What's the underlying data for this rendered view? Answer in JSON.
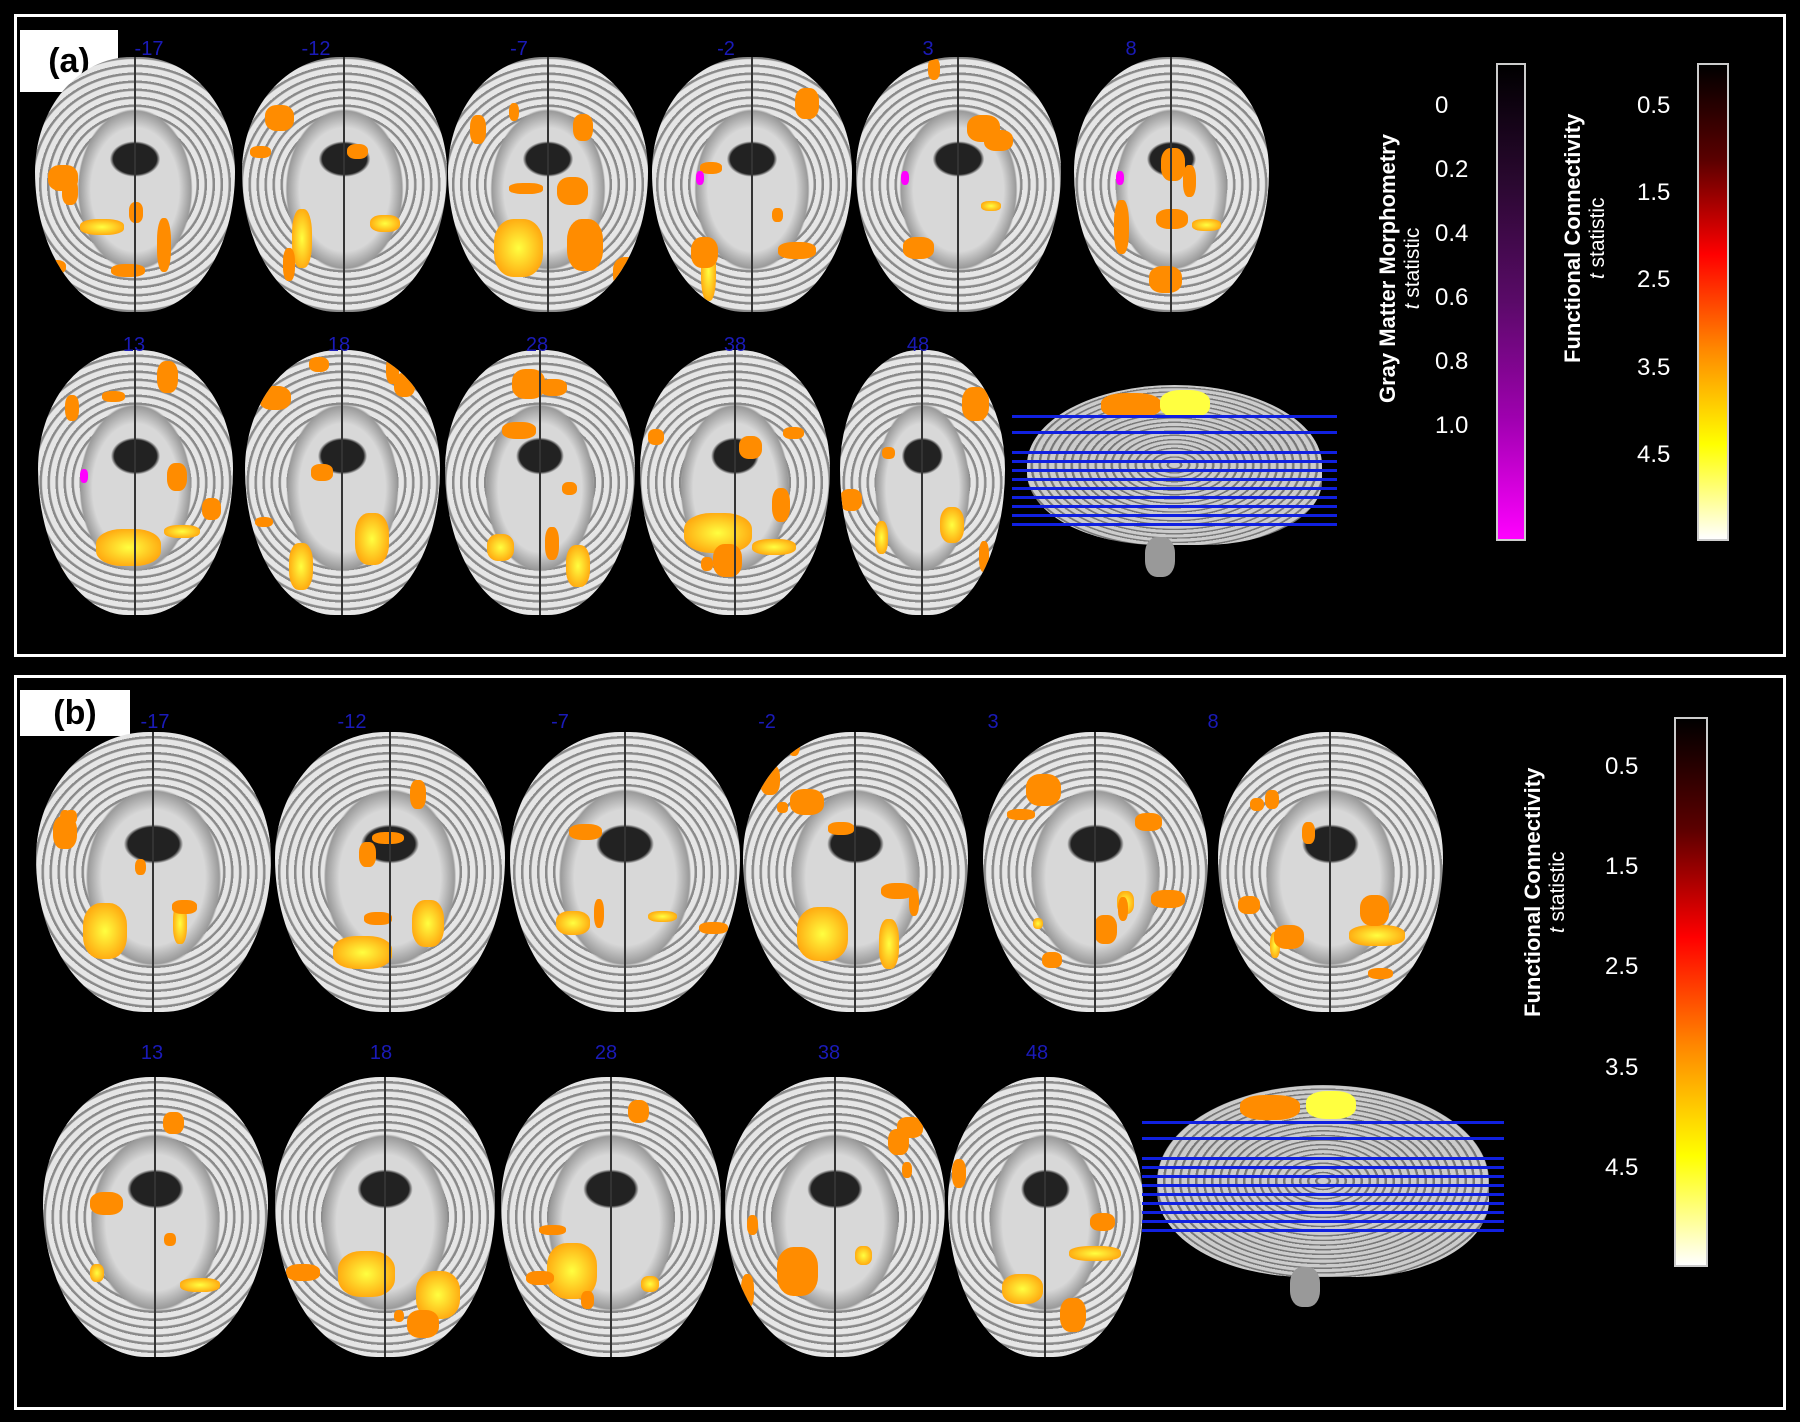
{
  "panels": [
    {
      "label": "(a)",
      "rows": [
        [
          "-17",
          "-12",
          "-7",
          "-2",
          "3",
          "8"
        ],
        [
          "13",
          "18",
          "28",
          "38",
          "48"
        ]
      ],
      "colorbars": [
        {
          "title": "Gray Matter Morphometry",
          "subtitle_italic": "t",
          "subtitle": " statistic",
          "ticks": [
            "0",
            "0.2",
            "0.4",
            "0.6",
            "0.8",
            "1.0"
          ],
          "colors": [
            "#000000",
            "#2a0830",
            "#5a0a68",
            "#a000b0",
            "#ff00ff"
          ]
        },
        {
          "title": "Functional Connectivity",
          "subtitle_italic": "t",
          "subtitle": " statistic",
          "ticks": [
            "0.5",
            "1.5",
            "2.5",
            "3.5",
            "4.5"
          ],
          "colors": [
            "#000000",
            "#5a0000",
            "#ff0000",
            "#ff8800",
            "#ffff00",
            "#ffffff"
          ]
        }
      ]
    },
    {
      "label": "(b)",
      "rows": [
        [
          "-17",
          "-12",
          "-7",
          "-2",
          "3",
          "8"
        ],
        [
          "13",
          "18",
          "28",
          "38",
          "48"
        ]
      ],
      "colorbars": [
        {
          "title": "Functional Connectivity",
          "subtitle_italic": "t",
          "subtitle": " statistic",
          "ticks": [
            "0.5",
            "1.5",
            "2.5",
            "3.5",
            "4.5"
          ],
          "colors": [
            "#000000",
            "#5a0000",
            "#ff0000",
            "#ff8800",
            "#ffff00",
            "#ffffff"
          ]
        }
      ]
    }
  ],
  "slice_label_color": "#1a1ab8",
  "overlay_colors": {
    "functional": "#ff8c00",
    "functional_peak": "#ffff40",
    "gray_matter": "#ff00ff"
  }
}
